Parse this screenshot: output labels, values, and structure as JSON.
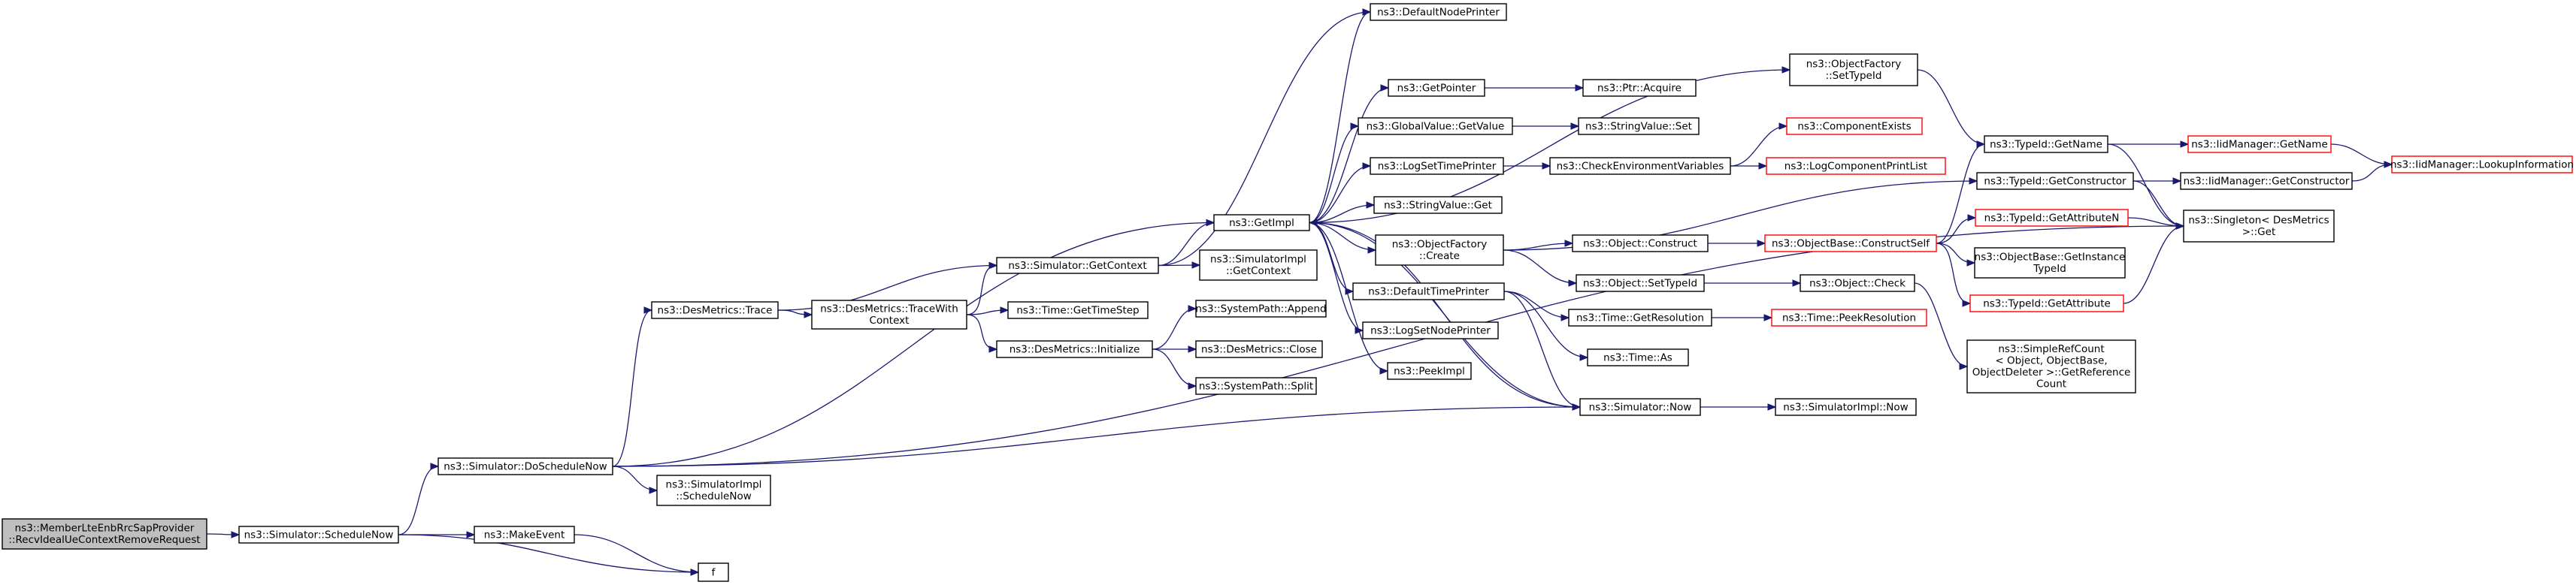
{
  "graph": {
    "nodes": [
      {
        "id": "root",
        "lines": [
          "ns3::MemberLteEnbRrcSapProvider",
          "::RecvIdealUeContextRemoveRequest"
        ],
        "style": "gray"
      },
      {
        "id": "schedNow",
        "lines": [
          "ns3::Simulator::ScheduleNow"
        ]
      },
      {
        "id": "doSchedNow",
        "lines": [
          "ns3::Simulator::DoScheduleNow"
        ]
      },
      {
        "id": "makeEvent",
        "lines": [
          "ns3::MakeEvent"
        ]
      },
      {
        "id": "f",
        "lines": [
          "f"
        ]
      },
      {
        "id": "desTrace",
        "lines": [
          "ns3::DesMetrics::Trace"
        ]
      },
      {
        "id": "simImplSched",
        "lines": [
          "ns3::SimulatorImpl",
          "::ScheduleNow"
        ]
      },
      {
        "id": "getImpl",
        "lines": [
          "ns3::GetImpl"
        ]
      },
      {
        "id": "simNow",
        "lines": [
          "ns3::Simulator::Now"
        ]
      },
      {
        "id": "singleton",
        "lines": [
          "ns3::Singleton< DesMetrics",
          ">::Get"
        ]
      },
      {
        "id": "traceWith",
        "lines": [
          "ns3::DesMetrics::TraceWith",
          "Context"
        ]
      },
      {
        "id": "getContext",
        "lines": [
          "ns3::Simulator::GetContext"
        ]
      },
      {
        "id": "defNodePrinter",
        "lines": [
          "ns3::DefaultNodePrinter"
        ]
      },
      {
        "id": "simImplGetCtx",
        "lines": [
          "ns3::SimulatorImpl",
          "::GetContext"
        ]
      },
      {
        "id": "getTimeStep",
        "lines": [
          "ns3::Time::GetTimeStep"
        ]
      },
      {
        "id": "desInit",
        "lines": [
          "ns3::DesMetrics::Initialize"
        ]
      },
      {
        "id": "sysAppend",
        "lines": [
          "ns3::SystemPath::Append"
        ]
      },
      {
        "id": "desClose",
        "lines": [
          "ns3::DesMetrics::Close"
        ]
      },
      {
        "id": "sysSplit",
        "lines": [
          "ns3::SystemPath::Split"
        ]
      },
      {
        "id": "getPointer",
        "lines": [
          "ns3::GetPointer"
        ]
      },
      {
        "id": "gvGetValue",
        "lines": [
          "ns3::GlobalValue::GetValue"
        ]
      },
      {
        "id": "logSetTime",
        "lines": [
          "ns3::LogSetTimePrinter"
        ]
      },
      {
        "id": "svGet",
        "lines": [
          "ns3::StringValue::Get"
        ]
      },
      {
        "id": "ofCreate",
        "lines": [
          "ns3::ObjectFactory",
          "::Create"
        ]
      },
      {
        "id": "defTimePrinter",
        "lines": [
          "ns3::DefaultTimePrinter"
        ]
      },
      {
        "id": "logSetNode",
        "lines": [
          "ns3::LogSetNodePrinter"
        ]
      },
      {
        "id": "peekImpl",
        "lines": [
          "ns3::PeekImpl"
        ]
      },
      {
        "id": "ptrAcquire",
        "lines": [
          "ns3::Ptr::Acquire"
        ]
      },
      {
        "id": "svSet",
        "lines": [
          "ns3::StringValue::Set"
        ]
      },
      {
        "id": "checkEnv",
        "lines": [
          "ns3::CheckEnvironmentVariables"
        ]
      },
      {
        "id": "compExists",
        "lines": [
          "ns3::ComponentExists"
        ],
        "style": "red"
      },
      {
        "id": "logCompPrint",
        "lines": [
          "ns3::LogComponentPrintList"
        ],
        "style": "red"
      },
      {
        "id": "ofSetTypeId",
        "lines": [
          "ns3::ObjectFactory",
          "::SetTypeId"
        ]
      },
      {
        "id": "objConstruct",
        "lines": [
          "ns3::Object::Construct"
        ]
      },
      {
        "id": "objSetTypeId",
        "lines": [
          "ns3::Object::SetTypeId"
        ]
      },
      {
        "id": "timeGetRes",
        "lines": [
          "ns3::Time::GetResolution"
        ]
      },
      {
        "id": "timeAs",
        "lines": [
          "ns3::Time::As"
        ]
      },
      {
        "id": "simImplNow",
        "lines": [
          "ns3::SimulatorImpl::Now"
        ]
      },
      {
        "id": "obConstructSelf",
        "lines": [
          "ns3::ObjectBase::ConstructSelf"
        ],
        "style": "red"
      },
      {
        "id": "objCheck",
        "lines": [
          "ns3::Object::Check"
        ]
      },
      {
        "id": "timePeekRes",
        "lines": [
          "ns3::Time::PeekResolution"
        ],
        "style": "red"
      },
      {
        "id": "typeIdGetName",
        "lines": [
          "ns3::TypeId::GetName"
        ]
      },
      {
        "id": "typeIdGetCtor",
        "lines": [
          "ns3::TypeId::GetConstructor"
        ]
      },
      {
        "id": "typeIdGetAttrN",
        "lines": [
          "ns3::TypeId::GetAttributeN"
        ],
        "style": "red"
      },
      {
        "id": "obGetInstTypeId",
        "lines": [
          "ns3::ObjectBase::GetInstance",
          "TypeId"
        ]
      },
      {
        "id": "typeIdGetAttr",
        "lines": [
          "ns3::TypeId::GetAttribute"
        ],
        "style": "red"
      },
      {
        "id": "simpleRefCount",
        "lines": [
          "ns3::SimpleRefCount",
          "< Object, ObjectBase,",
          "ObjectDeleter >::GetReference",
          "Count"
        ]
      },
      {
        "id": "iidGetName",
        "lines": [
          "ns3::IidManager::GetName"
        ],
        "style": "red"
      },
      {
        "id": "iidGetCtor",
        "lines": [
          "ns3::IidManager::GetConstructor"
        ]
      },
      {
        "id": "iidLookup",
        "lines": [
          "ns3::IidManager::LookupInformation"
        ],
        "style": "red"
      }
    ],
    "edges": [
      [
        "root",
        "schedNow"
      ],
      [
        "schedNow",
        "doSchedNow"
      ],
      [
        "schedNow",
        "makeEvent"
      ],
      [
        "schedNow",
        "f"
      ],
      [
        "makeEvent",
        "f"
      ],
      [
        "doSchedNow",
        "desTrace"
      ],
      [
        "doSchedNow",
        "getImpl"
      ],
      [
        "doSchedNow",
        "simNow"
      ],
      [
        "doSchedNow",
        "simImplSched"
      ],
      [
        "doSchedNow",
        "singleton"
      ],
      [
        "desTrace",
        "getContext"
      ],
      [
        "desTrace",
        "traceWith"
      ],
      [
        "traceWith",
        "getContext"
      ],
      [
        "traceWith",
        "getTimeStep"
      ],
      [
        "traceWith",
        "desInit"
      ],
      [
        "getContext",
        "defNodePrinter"
      ],
      [
        "getContext",
        "getImpl"
      ],
      [
        "getContext",
        "simImplGetCtx"
      ],
      [
        "desInit",
        "sysAppend"
      ],
      [
        "desInit",
        "desClose"
      ],
      [
        "desInit",
        "sysSplit"
      ],
      [
        "getImpl",
        "defNodePrinter"
      ],
      [
        "getImpl",
        "ofSetTypeId"
      ],
      [
        "getImpl",
        "getPointer"
      ],
      [
        "getImpl",
        "gvGetValue"
      ],
      [
        "getImpl",
        "logSetTime"
      ],
      [
        "getImpl",
        "svGet"
      ],
      [
        "getImpl",
        "ofCreate"
      ],
      [
        "getImpl",
        "defTimePrinter"
      ],
      [
        "getImpl",
        "logSetNode"
      ],
      [
        "getImpl",
        "peekImpl"
      ],
      [
        "getImpl",
        "simNow"
      ],
      [
        "getPointer",
        "ptrAcquire"
      ],
      [
        "gvGetValue",
        "svSet"
      ],
      [
        "logSetTime",
        "checkEnv"
      ],
      [
        "checkEnv",
        "compExists"
      ],
      [
        "checkEnv",
        "logCompPrint"
      ],
      [
        "ofCreate",
        "typeIdGetCtor"
      ],
      [
        "ofCreate",
        "objConstruct"
      ],
      [
        "ofCreate",
        "objSetTypeId"
      ],
      [
        "ofSetTypeId",
        "typeIdGetName"
      ],
      [
        "defTimePrinter",
        "timeGetRes"
      ],
      [
        "defTimePrinter",
        "timeAs"
      ],
      [
        "defTimePrinter",
        "simNow"
      ],
      [
        "simNow",
        "getImpl"
      ],
      [
        "simNow",
        "simImplNow"
      ],
      [
        "objConstruct",
        "obConstructSelf"
      ],
      [
        "objSetTypeId",
        "objCheck"
      ],
      [
        "timeGetRes",
        "timePeekRes"
      ],
      [
        "obConstructSelf",
        "typeIdGetName"
      ],
      [
        "obConstructSelf",
        "typeIdGetAttrN"
      ],
      [
        "obConstructSelf",
        "obGetInstTypeId"
      ],
      [
        "obConstructSelf",
        "typeIdGetAttr"
      ],
      [
        "objCheck",
        "simpleRefCount"
      ],
      [
        "typeIdGetName",
        "iidGetName"
      ],
      [
        "typeIdGetName",
        "singleton"
      ],
      [
        "iidGetName",
        "iidLookup"
      ],
      [
        "typeIdGetCtor",
        "iidGetCtor"
      ],
      [
        "typeIdGetCtor",
        "singleton"
      ],
      [
        "iidGetCtor",
        "iidLookup"
      ],
      [
        "typeIdGetAttrN",
        "singleton"
      ],
      [
        "typeIdGetAttr",
        "singleton"
      ]
    ]
  }
}
